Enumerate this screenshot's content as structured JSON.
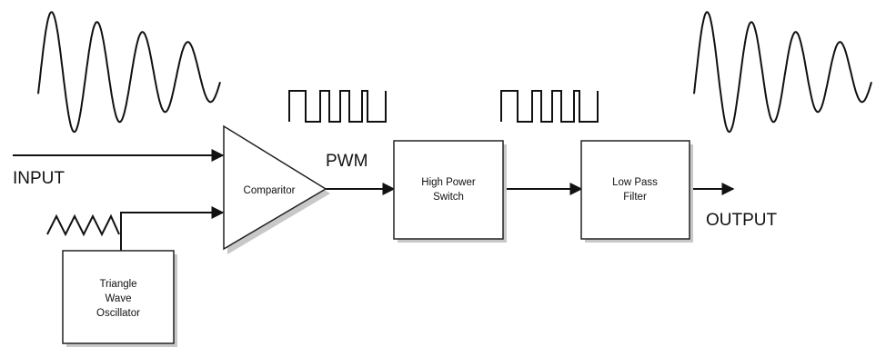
{
  "labels": {
    "input": "INPUT",
    "output": "OUTPUT",
    "pwm": "PWM"
  },
  "blocks": {
    "comparator": "Comparitor",
    "switch": [
      "High Power",
      "Switch"
    ],
    "filter": [
      "Low Pass",
      "Filter"
    ],
    "oscillator": [
      "Triangle",
      "Wave",
      "Oscillator"
    ]
  },
  "colors": {
    "ink": "#111111",
    "shadow": "#c8c8c8",
    "background": "#ffffff"
  }
}
